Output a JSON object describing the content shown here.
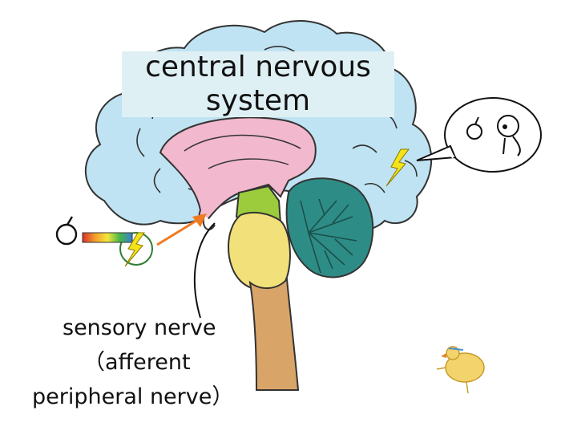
{
  "diagram": {
    "title_lines": [
      "central nervous",
      "system"
    ],
    "label_lines": [
      "sensory nerve",
      "（afferent",
      "peripheral nerve）"
    ],
    "colors": {
      "cerebrum": "#bfe3f2",
      "corpus_callosum": "#f2b8cd",
      "midbrain": "#9ccc3c",
      "pons": "#f2e07a",
      "spinal_cord": "#d9a468",
      "cerebellum": "#2e8c86",
      "arrow": "#f07a22",
      "spark": "#f4e21c"
    }
  }
}
